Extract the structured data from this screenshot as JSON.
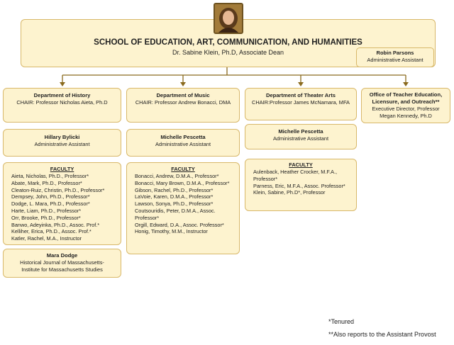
{
  "school": {
    "title": "SCHOOL OF EDUCATION, ART, COMMUNICATION, AND HUMANITIES",
    "dean": "Dr. Sabine Klein, Ph.D, Associate Dean",
    "assistant": {
      "name": "Robin Parsons",
      "role": "Administrative Assistant"
    }
  },
  "departments": [
    {
      "title": "Department of History",
      "chair": "CHAIR: Professor Nicholas Aieta, Ph.D",
      "assistant": {
        "name": "Hillary Bylicki",
        "role": "Administrative Assistant"
      },
      "faculty_heading": "FACULTY",
      "faculty": [
        "Aieta, Nicholas, Ph.D., Professor*",
        "Abate, Mark, Ph.D., Professor*",
        "Cleaton-Ruiz, Christin, Ph.D., Professor*",
        "Dempsey, John, Ph.D., Professor*",
        "Dodge, L. Mara, Ph.D., Professor*",
        "Harte, Liam, Ph.D., Professor*",
        "Orr, Brooke, Ph.D., Professor*",
        "Banwo, Adeyinka, Ph.D., Assoc. Prof.*",
        "Kelliher, Erica, Ph.D., Assoc. Prof.*",
        "Katler, Rachel, M.A., Instructor"
      ],
      "extra": {
        "name": "Mara Dodge",
        "detail": "Historical Journal of Massachusetts-Institute for Massachusetts Studies"
      }
    },
    {
      "title": "Department of Music",
      "chair": "CHAIR: Professor Andrew Bonacci, DMA",
      "assistant": {
        "name": "Michelle Pescetta",
        "role": "Administrative Assistant"
      },
      "faculty_heading": "FACULTY",
      "faculty": [
        "Bonacci, Andrew, D.M.A., Professor*",
        "Bonacci, Mary Brown, D.M.A., Professor*",
        "Gibson, Rachel, Ph.D., Professor*",
        "LaVoie, Karen, D.M.A., Professor*",
        "Lawson, Sonya, Ph.D., Professor*",
        "Coutsouridis, Peter, D.M.A., Assoc. Professor*",
        "Orgill, Edward, D.A., Assoc. Professor*",
        "Honig, Timothy, M.M., Instructor"
      ]
    },
    {
      "title": "Department of Theater Arts",
      "chair": "CHAIR:Professor James McNamara, MFA",
      "assistant": {
        "name": "Michelle Pescetta",
        "role": "Administrative Assistant"
      },
      "faculty_heading": "FACULTY",
      "faculty": [
        "Aulenback, Heather Crocker, M.F.A., Professor*",
        "Parness, Eric, M.F.A., Assoc. Professor*",
        "Klein, Sabine, Ph.D*, Professor"
      ]
    },
    {
      "title": "Office of Teacher Education, Licensure, and Outreach**",
      "chair": "Executive Director, Professor Megan Kennedy, Ph.D"
    }
  ],
  "notes": {
    "tenured": "*Tenured",
    "provost": "**Also reports to the Assistant Provost"
  },
  "colors": {
    "box_fill": "#fdf3cf",
    "box_border": "#d8b86a",
    "connector": "#8a6a1e"
  },
  "icons": {
    "dean_photo": "person-photo"
  }
}
